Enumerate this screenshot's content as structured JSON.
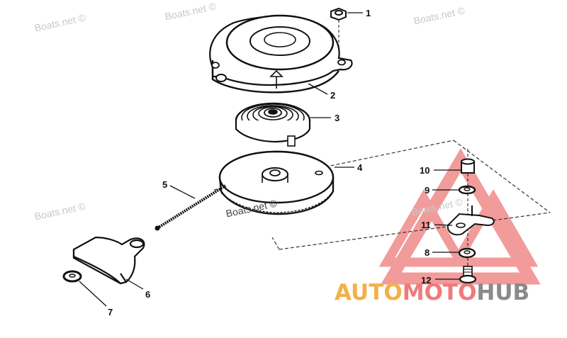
{
  "callouts": [
    {
      "id": "1",
      "label": "1"
    },
    {
      "id": "2",
      "label": "2"
    },
    {
      "id": "3",
      "label": "3"
    },
    {
      "id": "4",
      "label": "4"
    },
    {
      "id": "5",
      "label": "5"
    },
    {
      "id": "6",
      "label": "6"
    },
    {
      "id": "7",
      "label": "7"
    },
    {
      "id": "8",
      "label": "8"
    },
    {
      "id": "9",
      "label": "9"
    },
    {
      "id": "10",
      "label": "10"
    },
    {
      "id": "11",
      "label": "11"
    },
    {
      "id": "12",
      "label": "12"
    }
  ],
  "watermarks": {
    "text": "Boats.net ©"
  },
  "logo": {
    "part1": "AUTO",
    "part2": "MOTO",
    "part3": "HUB",
    "color1": "#f3b04a",
    "color2": "#ef7b7b",
    "color3": "#8a8a8a",
    "triangle_color": "#ef8a8a"
  },
  "colors": {
    "ink": "#111111",
    "watermark": "#c8c8c8"
  }
}
